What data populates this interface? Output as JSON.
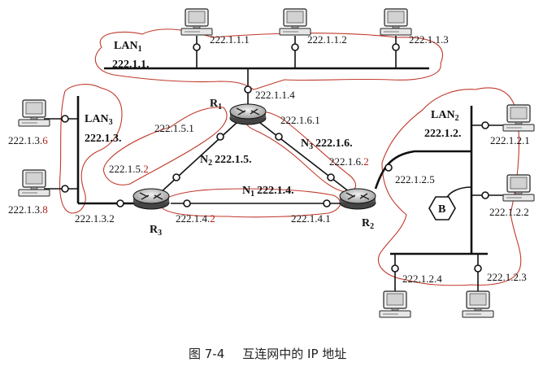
{
  "diagram": {
    "lan1": {
      "name": "LAN",
      "sub": "1",
      "prefix": "222.1.1."
    },
    "lan2": {
      "name": "LAN",
      "sub": "2",
      "prefix": "222.1.2."
    },
    "lan3": {
      "name": "LAN",
      "sub": "3",
      "prefix": "222.1.3."
    },
    "n1": {
      "name": "N",
      "sub": "1",
      "prefix": "222.1.4."
    },
    "n2": {
      "name": "N",
      "sub": "2",
      "prefix": "222.1.5."
    },
    "n3": {
      "name": "N",
      "sub": "3",
      "prefix": "222.1.6."
    },
    "r1": {
      "name": "R",
      "sub": "1"
    },
    "r2": {
      "name": "R",
      "sub": "2"
    },
    "r3": {
      "name": "R",
      "sub": "3"
    },
    "bridge": "B",
    "hosts": {
      "h111": "222.1.1.1",
      "h112": "222.1.1.2",
      "h113": "222.1.1.3",
      "h121": "222.1.2.1",
      "h122": "222.1.2.2",
      "h123": "222.1.2.3",
      "h124": "222.1.2.4",
      "h136_base": "222.1.3.",
      "h136_host": "6",
      "h138_base": "222.1.3.",
      "h138_host": "8"
    },
    "router_ports": {
      "r1_lan1": "222.1.1.4",
      "r1_n2": "222.1.5.1",
      "r1_n3": "222.1.6.1",
      "r2_n3_base": "222.1.6.",
      "r2_n3_host": "2",
      "r2_lan2": "222.1.2.5",
      "r2_n1": "222.1.4.1",
      "r3_n2_base": "222.1.5.",
      "r3_n2_host": "2",
      "r3_n1_base": "222.1.4.",
      "r3_n1_host": "2",
      "r3_lan3": "222.1.3.2"
    }
  },
  "caption": {
    "figure": "图 7-4",
    "title": "互连网中的 IP 地址"
  },
  "colors": {
    "highlight": "#b3221c",
    "outline": "#c0392b",
    "line": "#111111"
  }
}
